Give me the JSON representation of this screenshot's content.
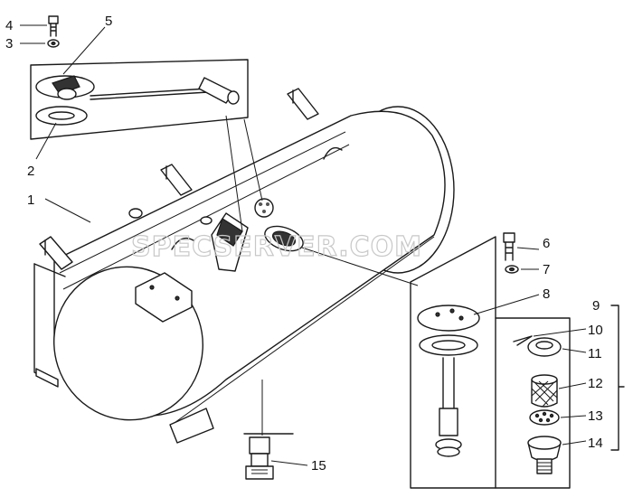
{
  "callouts": {
    "c1": "1",
    "c2": "2",
    "c3": "3",
    "c4": "4",
    "c5": "5",
    "c6": "6",
    "c7": "7",
    "c8": "8",
    "c9": "9",
    "c10": "10",
    "c11": "11",
    "c12": "12",
    "c13": "13",
    "c14": "14",
    "c15": "15"
  },
  "watermark": "SPECSERVER.COM"
}
